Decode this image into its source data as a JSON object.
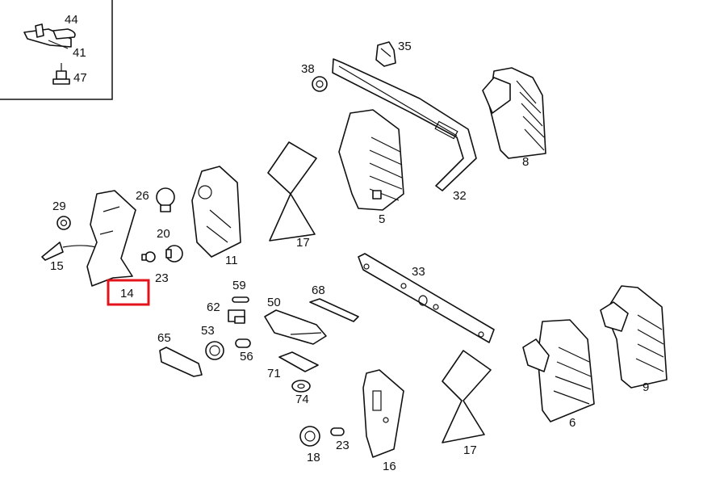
{
  "highlight_label": "14",
  "inset_labels": [
    "44",
    "41",
    "47"
  ],
  "part_labels": {
    "p35": "35",
    "p38": "38",
    "p8": "8",
    "p32": "32",
    "p5": "5",
    "p17a": "17",
    "p11": "11",
    "p26": "26",
    "p29": "29",
    "p20": "20",
    "p23a": "23",
    "p15": "15",
    "p14": "14",
    "p33": "33",
    "p59": "59",
    "p62": "62",
    "p50": "50",
    "p68": "68",
    "p53": "53",
    "p56": "56",
    "p65": "65",
    "p71": "71",
    "p74": "74",
    "p9": "9",
    "p6": "6",
    "p17b": "17",
    "p16": "16",
    "p23b": "23",
    "p18": "18"
  },
  "colors": {
    "line": "#111111",
    "highlight": "#e3131b",
    "background": "#ffffff"
  }
}
